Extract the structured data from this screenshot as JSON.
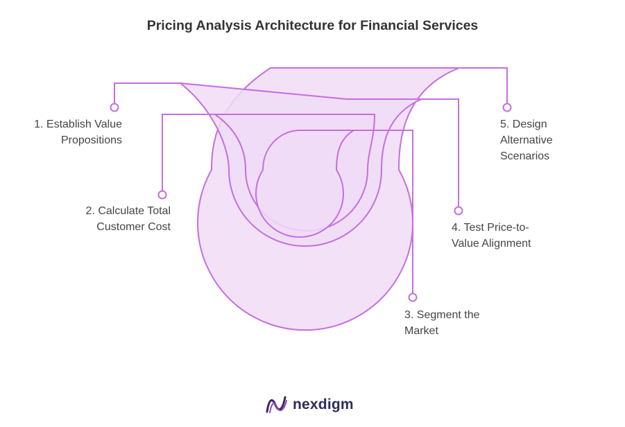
{
  "title": "Pricing Analysis Architecture for Financial Services",
  "steps": [
    {
      "lines": [
        "1. Establish Value",
        "Propositions"
      ]
    },
    {
      "lines": [
        "2. Calculate Total",
        "Customer Cost"
      ]
    },
    {
      "lines": [
        "3. Segment the",
        "Market"
      ]
    },
    {
      "lines": [
        "4. Test Price-to-",
        "Value Alignment"
      ]
    },
    {
      "lines": [
        "5. Design",
        "Alternative",
        "Scenarios"
      ]
    }
  ],
  "colors": {
    "stroke": "#c56ee0",
    "fill": "#f0dcf6",
    "text": "#444444",
    "title": "#333333",
    "brand": "#2d2d5a"
  },
  "logo": {
    "text": "nexdigm",
    "icon": "nexdigm-wave-icon"
  }
}
